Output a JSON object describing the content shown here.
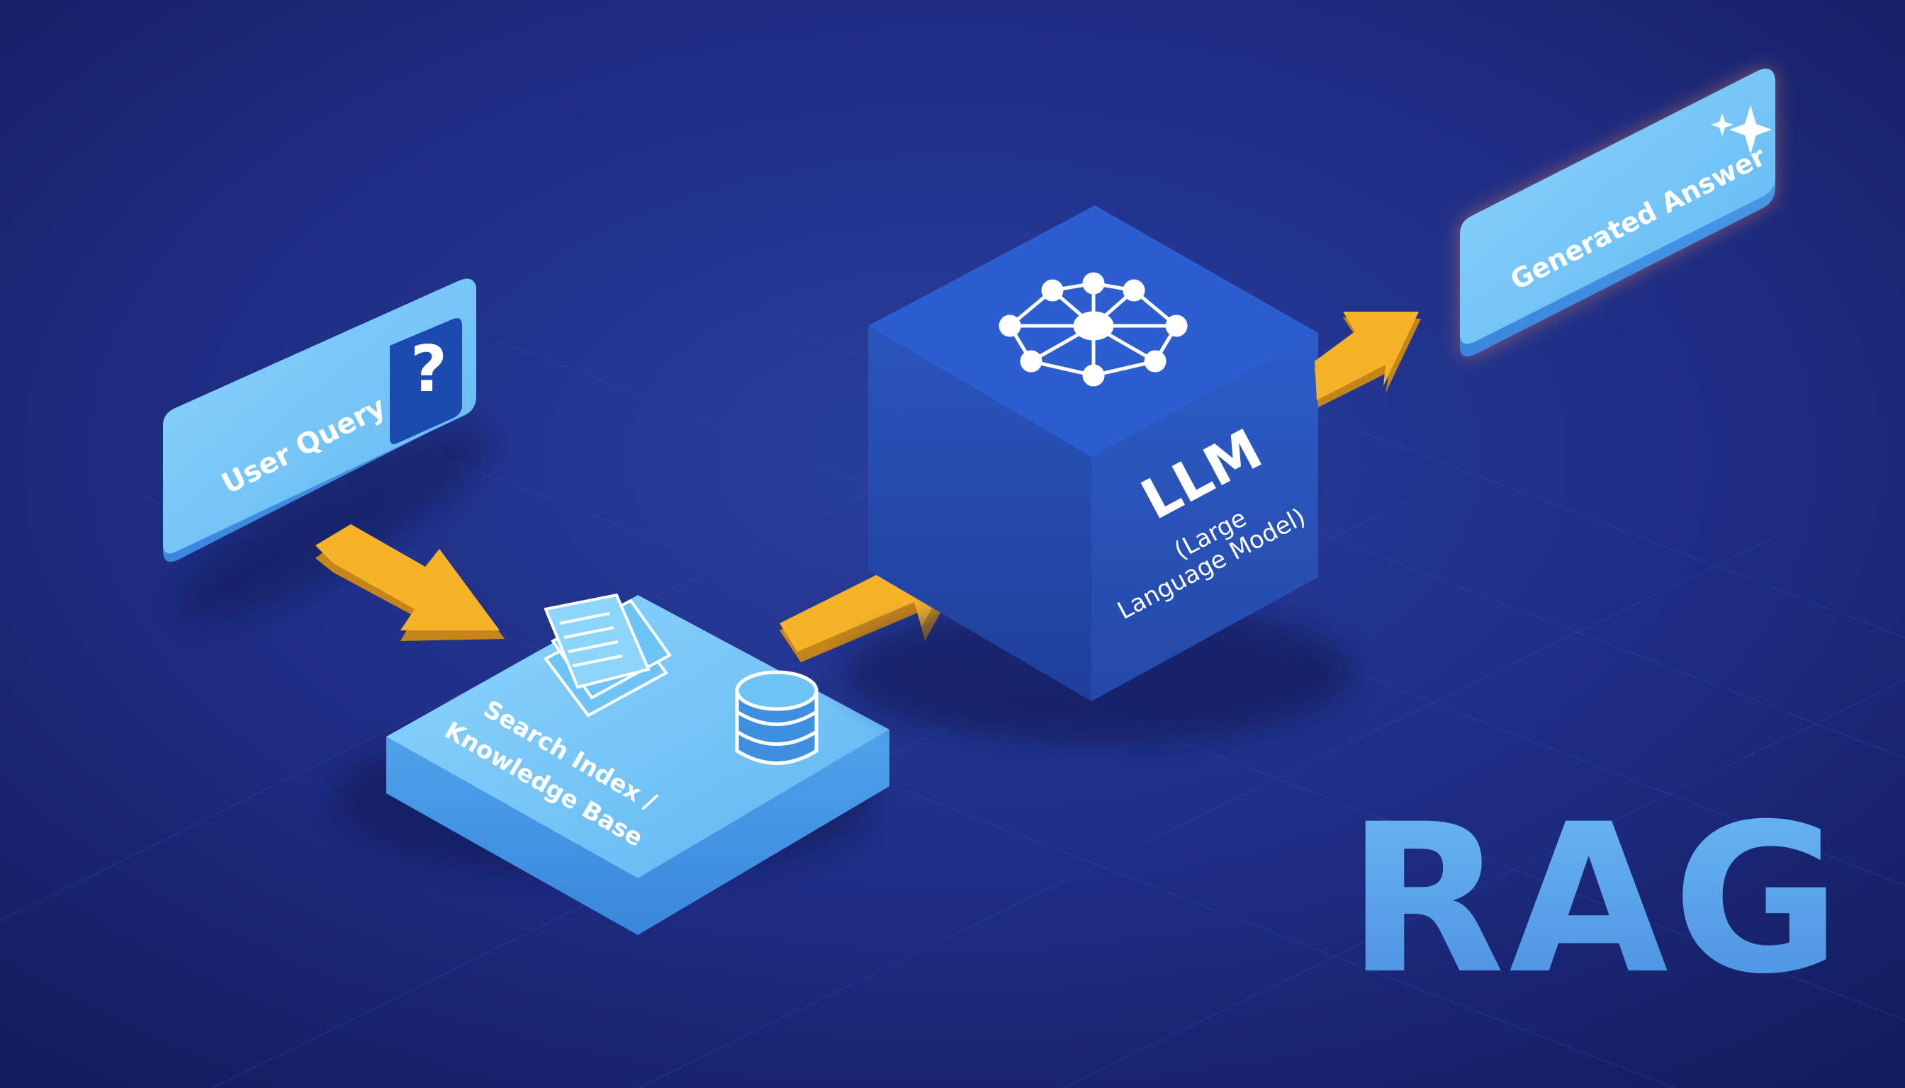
{
  "nodes": {
    "user_query": {
      "label": "User Query",
      "icon": "question-mark-icon",
      "icon_glyph": "?"
    },
    "knowledge_base": {
      "label_line1": "Search Index /",
      "label_line2": "Knowledge Base",
      "icons": [
        "documents-icon",
        "database-icon"
      ]
    },
    "llm": {
      "title": "LLM",
      "subtitle_line1": "(Large",
      "subtitle_line2": "Language Model)",
      "icon": "neural-network-icon"
    },
    "generated_answer": {
      "label": "Generated Answer",
      "icon": "sparkle-icon"
    }
  },
  "brand": {
    "text": "RAG"
  },
  "colors": {
    "background": "#1c2a78",
    "light_blue": "#6ec4f7",
    "cube_blue": "#2350b8",
    "arrow_orange": "#f6b32a",
    "rag_text": "#5aa8ec"
  }
}
